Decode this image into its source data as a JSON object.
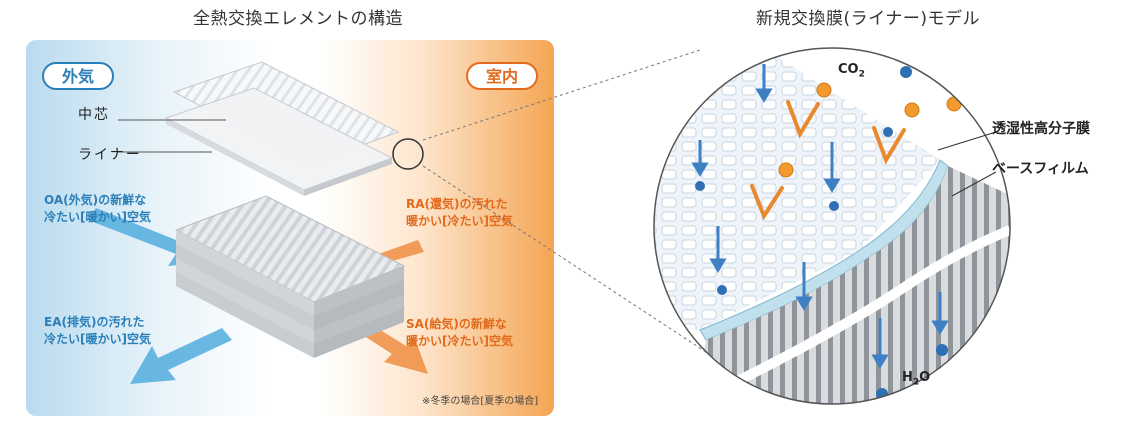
{
  "left_title": "全熱交換エレメントの構造",
  "right_title": "新規交換膜(ライナー)モデル",
  "left": {
    "outside_label": "外気",
    "inside_label": "室内",
    "core_label": "中芯",
    "liner_label": "ライナー",
    "oa": {
      "line1": "OA(外気)の新鮮な",
      "line2": "冷たい[暖かい]空気"
    },
    "ra": {
      "line1": "RA(還気)の汚れた",
      "line2": "暖かい[冷たい]空気"
    },
    "ea": {
      "line1": "EA(排気)の汚れた",
      "line2": "冷たい[暖かい]空気"
    },
    "sa": {
      "line1": "SA(給気)の新鮮な",
      "line2": "暖かい[冷たい]空気"
    },
    "note": "※冬季の場合[夏季の場合]"
  },
  "right": {
    "co2_label": "CO",
    "co2_sub": "2",
    "h2o_prefix": "H",
    "h2o_sub": "2",
    "h2o_suffix": "O",
    "membrane_label": "透湿性高分子膜",
    "film_label": "ベースフィルム"
  },
  "colors": {
    "outside_blue": "#2a7fb8",
    "inside_orange": "#e26a1c",
    "arrow_blue": "#5ab0e0",
    "arrow_orange": "#f0924a"
  }
}
